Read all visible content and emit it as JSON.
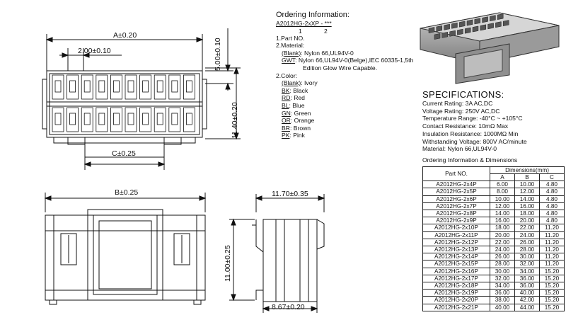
{
  "ordering": {
    "title": "Ordering Information:",
    "code": "A2012HG-2xXP - ***",
    "code_marks": [
      "1",
      "2"
    ],
    "part_no": "1.Part NO.",
    "material_header": "2.Material:",
    "materials": [
      {
        "code": "(Blank)",
        "desc": ": Nylon 66,UL94V-0"
      },
      {
        "code": "GWT",
        "desc": ": Nylon 66,UL94V-0(Belge),IEC 60335-1,5th"
      },
      {
        "code": "",
        "desc": "Edition Glow Wire Capable."
      }
    ],
    "color_header": "2.Color:",
    "colors": [
      {
        "code": "(Blank)",
        "desc": ": Ivory"
      },
      {
        "code": "BK",
        "desc": ": Black"
      },
      {
        "code": "RD",
        "desc": ": Red"
      },
      {
        "code": "BL",
        "desc": ": Blue"
      },
      {
        "code": "GN",
        "desc": ": Green"
      },
      {
        "code": "OR",
        "desc": ": Orange"
      },
      {
        "code": "BR",
        "desc": ": Brown"
      },
      {
        "code": "PK",
        "desc": ": Pink"
      }
    ]
  },
  "specs": {
    "title": "SPECIFICATIONS:",
    "lines": [
      "Current Rating: 3A AC,DC",
      "Voltage Rating: 250V AC,DC",
      "Temperature Range: -40°C ~ +105°C",
      "Contact Resistance: 10mΩ Max",
      "Insulation Resistance: 1000MΩ Min",
      "Withstanding Voltage: 800V AC/minute",
      "Material: Nylon 66,UL94V-0"
    ]
  },
  "table": {
    "title": "Ordering Information & Dimensions",
    "col_part": "Part NO.",
    "col_dims": "Dimensions(mm)",
    "sub_cols": [
      "A",
      "B",
      "C"
    ],
    "rows": [
      [
        "A2012HG-2x4P",
        "6.00",
        "10.00",
        "4.80"
      ],
      [
        "A2012HG-2x5P",
        "8.00",
        "12.00",
        "4.80"
      ],
      [
        "A2012HG-2x6P",
        "10.00",
        "14.00",
        "4.80"
      ],
      [
        "A2012HG-2x7P",
        "12.00",
        "16.00",
        "4.80"
      ],
      [
        "A2012HG-2x8P",
        "14.00",
        "18.00",
        "4.80"
      ],
      [
        "A2012HG-2x9P",
        "16.00",
        "20.00",
        "4.80"
      ],
      [
        "A2012HG-2x10P",
        "18.00",
        "22.00",
        "11.20"
      ],
      [
        "A2012HG-2x11P",
        "20.00",
        "24.00",
        "11.20"
      ],
      [
        "A2012HG-2x12P",
        "22.00",
        "26.00",
        "11.20"
      ],
      [
        "A2012HG-2x13P",
        "24.00",
        "28.00",
        "11.20"
      ],
      [
        "A2012HG-2x14P",
        "26.00",
        "30.00",
        "11.20"
      ],
      [
        "A2012HG-2x15P",
        "28.00",
        "32.00",
        "11.20"
      ],
      [
        "A2012HG-2x16P",
        "30.00",
        "34.00",
        "15.20"
      ],
      [
        "A2012HG-2x17P",
        "32.00",
        "36.00",
        "15.20"
      ],
      [
        "A2012HG-2x18P",
        "34.00",
        "36.00",
        "15.20"
      ],
      [
        "A2012HG-2x19P",
        "36.00",
        "40.00",
        "15.20"
      ],
      [
        "A2012HG-2x20P",
        "38.00",
        "42.00",
        "15.20"
      ],
      [
        "A2012HG-2x21P",
        "40.00",
        "44.00",
        "15.20"
      ]
    ]
  },
  "dims": {
    "a": "A±0.20",
    "pitch": "2.00±0.10",
    "c": "C±0.25",
    "h_top": "5.00±0.10",
    "h_mid": "11.40±0.20",
    "b": "B±0.25",
    "w_side": "11.70±0.35",
    "h_front": "11.00±0.25",
    "d_bottom": "8.67±0.20"
  }
}
